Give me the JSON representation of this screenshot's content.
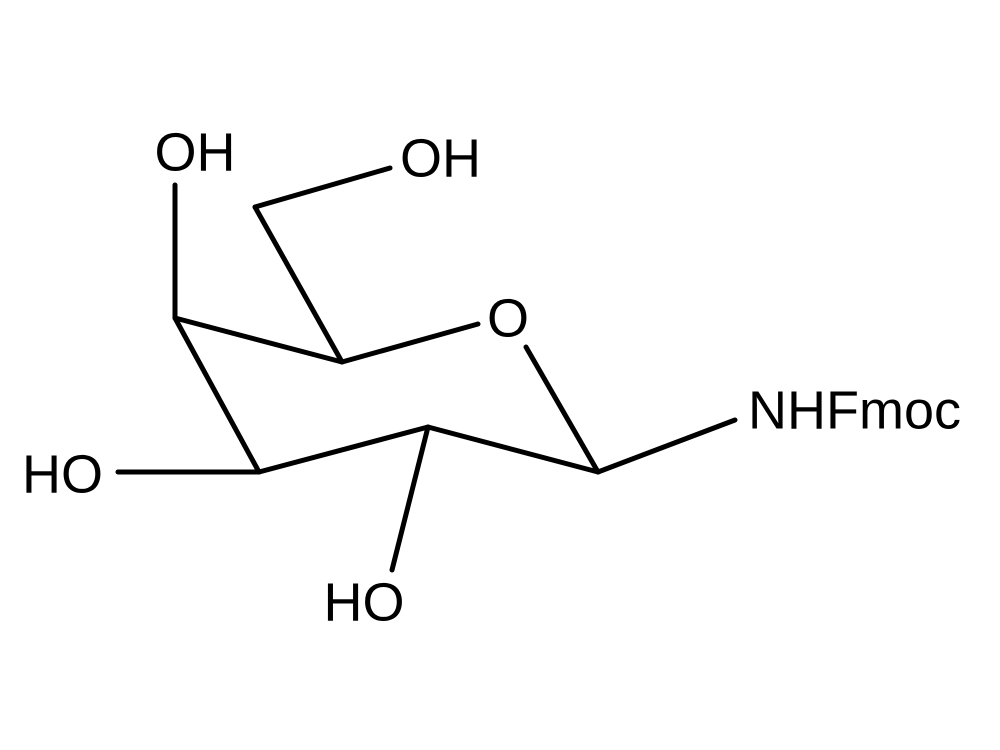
{
  "labels": {
    "oh_c4": "OH",
    "oh_c6": "OH",
    "ring_oxygen": "O",
    "nhfmoc": "NHFmoc",
    "ho_c3": "HO",
    "ho_c2": "HO"
  },
  "colors": {
    "bond": "#000000",
    "text": "#000000",
    "background": "#ffffff"
  }
}
